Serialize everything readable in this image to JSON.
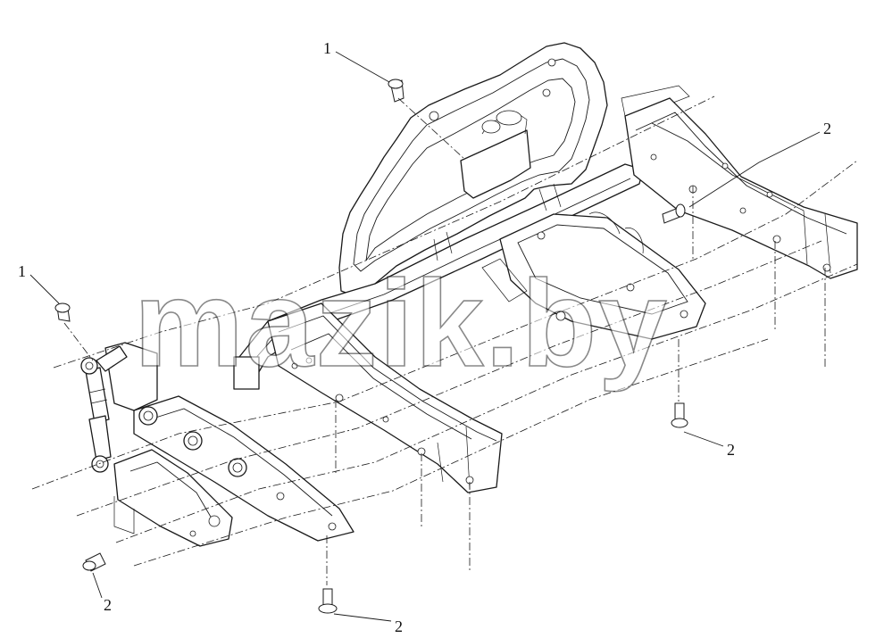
{
  "diagram": {
    "callouts": [
      {
        "id": "c1a",
        "text": "1"
      },
      {
        "id": "c1b",
        "text": "1"
      },
      {
        "id": "c2a",
        "text": "2"
      },
      {
        "id": "c2b",
        "text": "2"
      },
      {
        "id": "c2c",
        "text": "2"
      },
      {
        "id": "c2d",
        "text": "2"
      }
    ],
    "watermark": "mazik.by"
  }
}
